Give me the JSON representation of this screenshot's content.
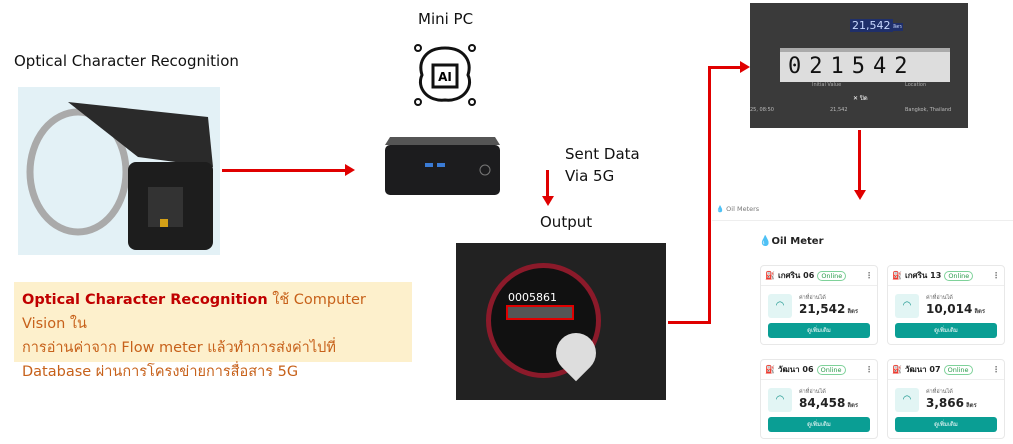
{
  "ocr_title": "Optical Character Recognition",
  "mini_pc_title": "Mini PC",
  "ai_label": "AI",
  "sent_data": [
    "Sent Data",
    "Via 5G"
  ],
  "output_title": "Output",
  "output_image": {
    "reading": "0005861"
  },
  "description": {
    "bold": "Optical Character Recognition",
    "rest1": " ใช้ Computer Vision ใน",
    "line2": "การอ่านค่าจาก Flow meter แล้วทำการส่งค่าไปที่",
    "line3": "Database ผ่านการโครงข่ายการสื่อสาร 5G"
  },
  "modal": {
    "value": "21,542",
    "unit": "ลิตร",
    "digits": "021542",
    "close": "ปิด",
    "col1": "25, 08:50",
    "col2": "21,542",
    "col3": "Bangkok, Thailand",
    "h2": "Initial Value",
    "h3": "Location"
  },
  "panel": {
    "breadcrumb": "Oil Meters",
    "title": "Oil Meter",
    "reading_caption": "ค่าที่อ่านได้",
    "unit": "ลิตร",
    "button": "ดูเพิ่มเติม",
    "cards": [
      {
        "name": "เกศริน 06",
        "status": "Online",
        "value": "21,542"
      },
      {
        "name": "เกศริน 13",
        "status": "Online",
        "value": "10,014"
      },
      {
        "name": "วัฒนา 06",
        "status": "Online",
        "value": "84,458"
      },
      {
        "name": "วัฒนา 07",
        "status": "Online",
        "value": "3,866"
      }
    ]
  },
  "colors": {
    "arrow": "#e00000",
    "teal": "#0a9e94"
  }
}
